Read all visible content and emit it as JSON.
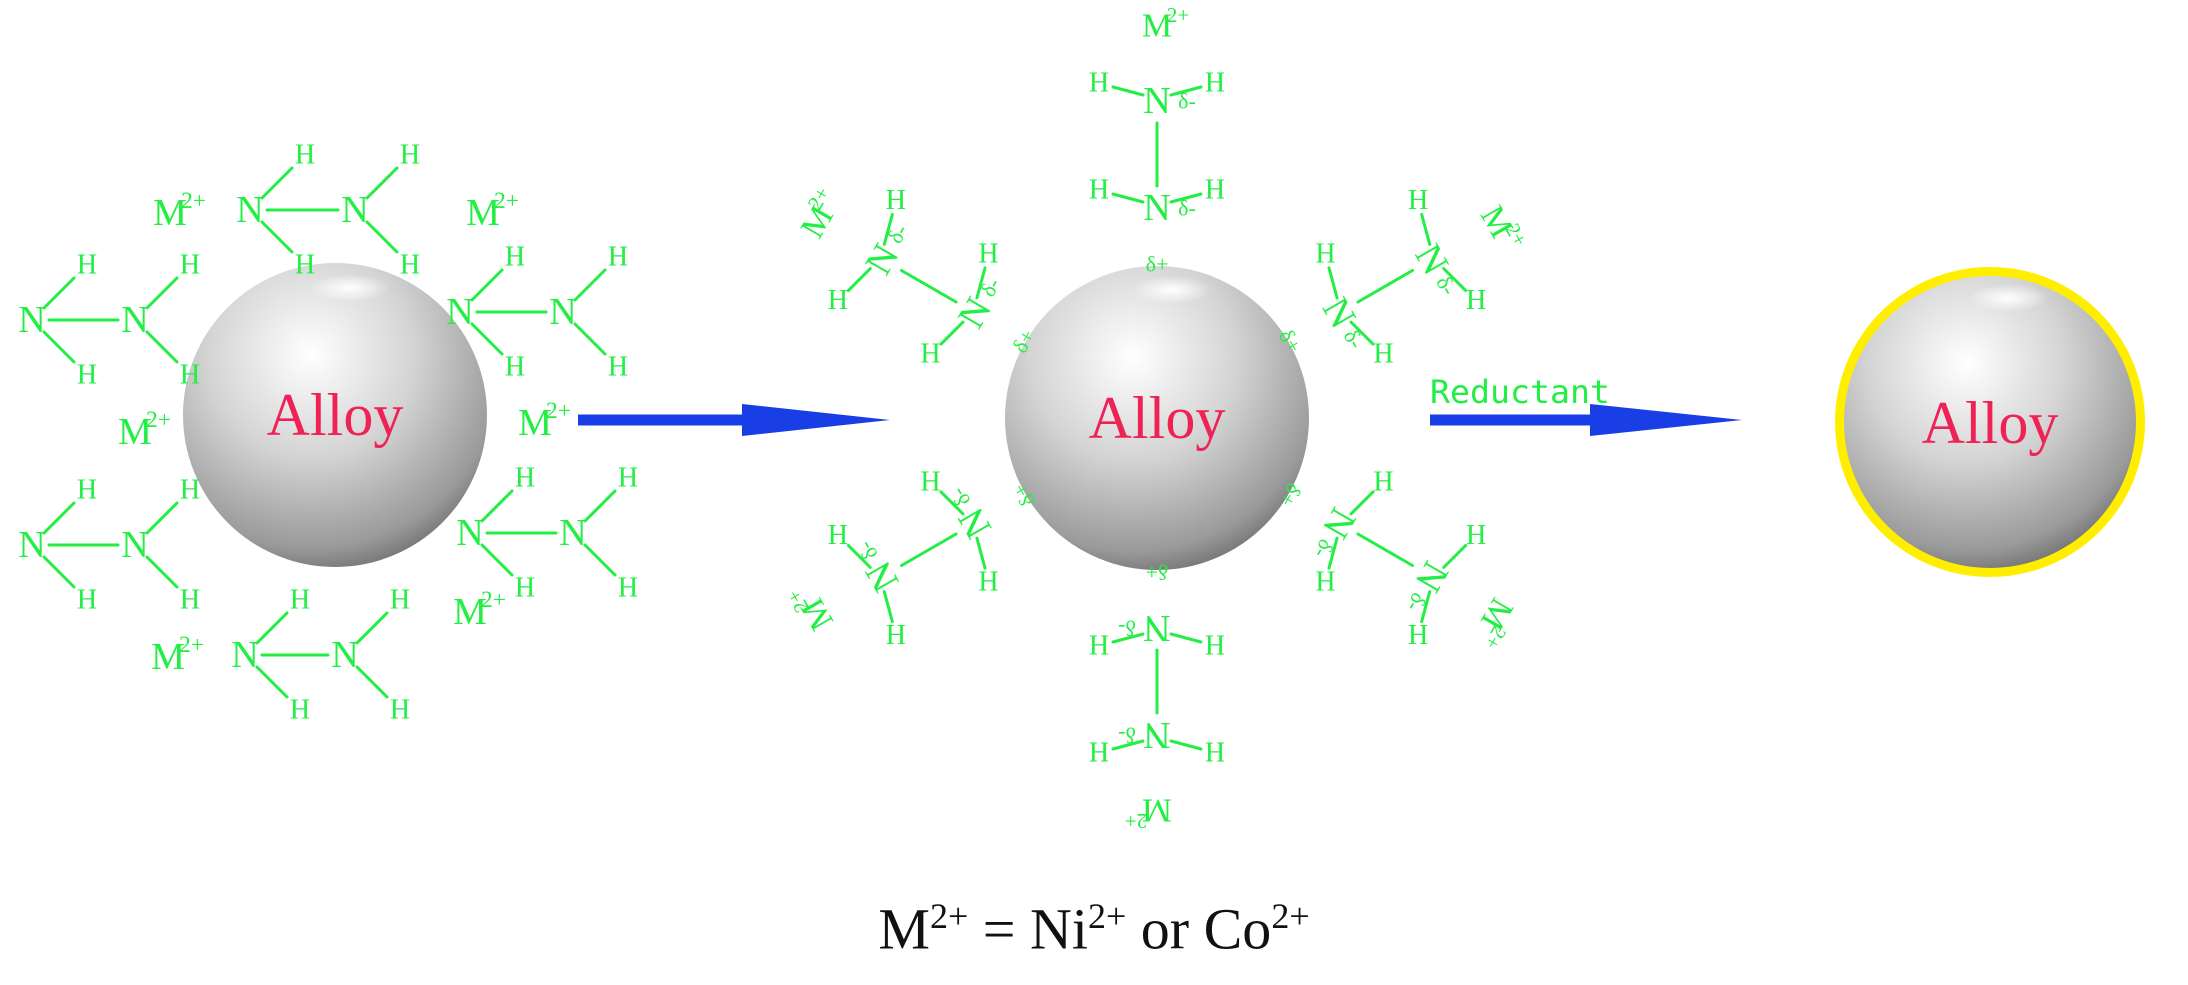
{
  "colors": {
    "label": "#22ee44",
    "alloy_text": "#ee2255",
    "arrow": "#1a3ee6",
    "shell": "#ffee00",
    "sphere_light": "#ffffff",
    "sphere_dark": "#6b6b6b"
  },
  "atoms": {
    "nitrogen": "N",
    "hydrogen": "H"
  },
  "charges": {
    "delta_minus": "δ-",
    "delta_plus": "δ+"
  },
  "ion": {
    "base": "M",
    "sup": "2+"
  },
  "particles": [
    {
      "id": "alloy-left",
      "label": "Alloy",
      "shell": false
    },
    {
      "id": "alloy-middle",
      "label": "Alloy",
      "shell": false
    },
    {
      "id": "alloy-right",
      "label": "Alloy",
      "shell": true
    }
  ],
  "arrows": [
    {
      "id": "arrow-1",
      "label": ""
    },
    {
      "id": "arrow-2",
      "label": "Reductant"
    }
  ],
  "legend": {
    "lhs": "M",
    "lhs_sup": "2+",
    "eq": " = ",
    "a": "Ni",
    "a_sup": "2+",
    "or": " or ",
    "b": "Co",
    "b_sup": "2+"
  }
}
